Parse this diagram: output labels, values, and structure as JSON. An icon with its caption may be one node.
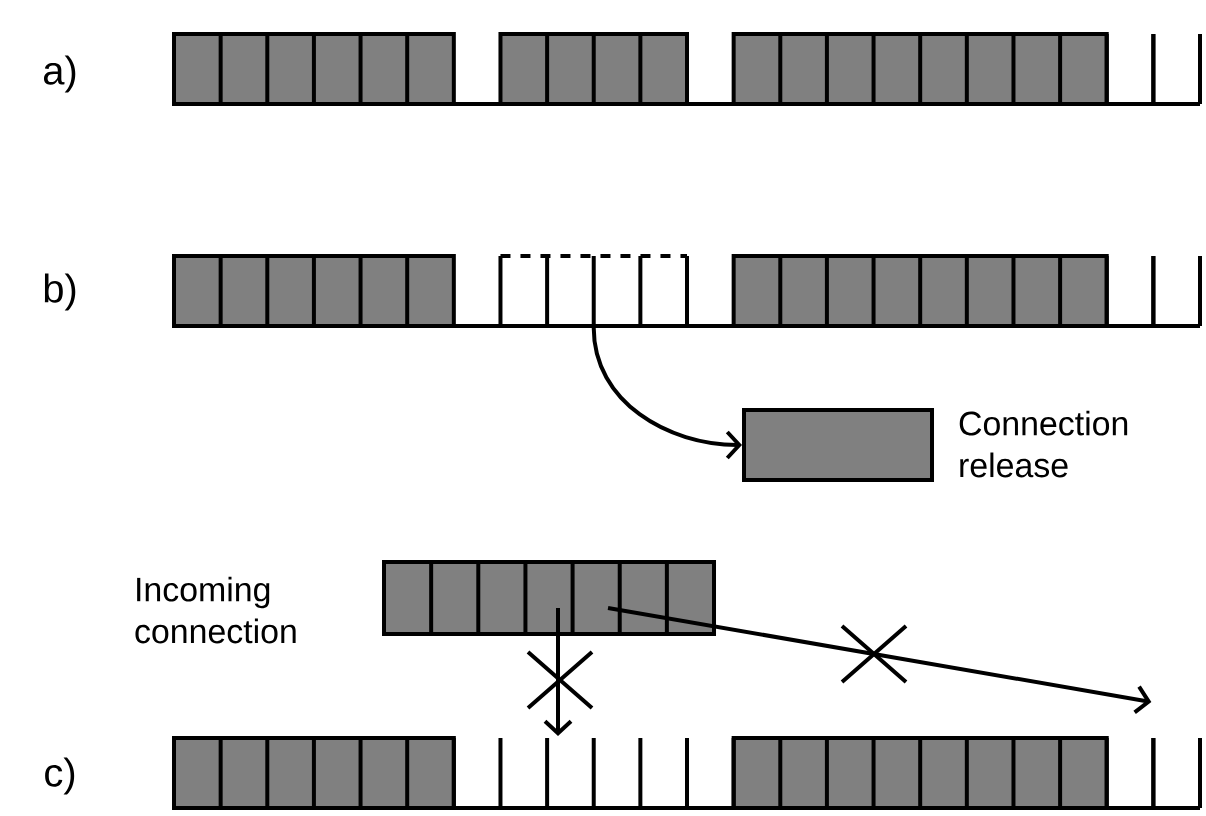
{
  "diagram": {
    "nodes": [
      {
        "text": [],
        "shape": "box"
      },
      {
        "text": [],
        "shape": "box",
        "beside": [
          "Connection release"
        ]
      },
      {
        "text": [],
        "shape": "box",
        "beside": [
          "Incoming connection"
        ]
      },
      {
        "text": [],
        "shape": "box"
      },
      {
        "text": [],
        "shape": "box"
      }
    ],
    "edges": [
      {
        "from": 0,
        "to": 1,
        "arrow": "to"
      },
      {
        "from": 2,
        "to": 3,
        "arrow": "to"
      },
      {
        "from": 2,
        "to": 4,
        "arrow": "to"
      }
    ],
    "labels": [
      "a)",
      "b)",
      "c)"
    ]
  }
}
